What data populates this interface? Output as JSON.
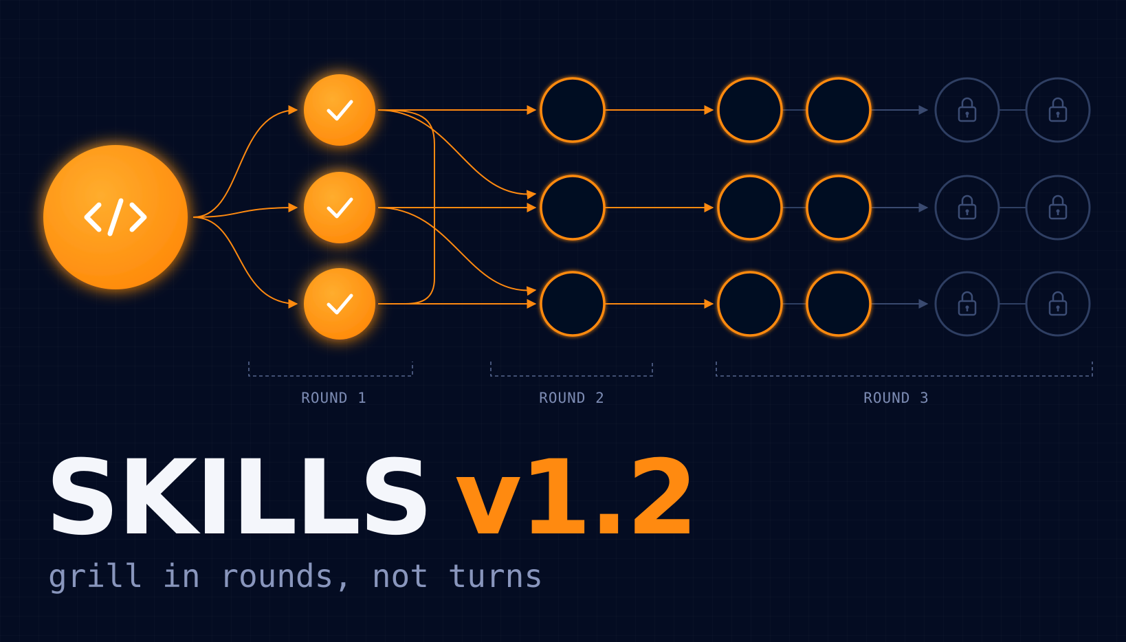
{
  "colors": {
    "background": "#040c22",
    "accent": "#ff8a10",
    "accent_light": "#ffa425",
    "locked": "#2f3f63",
    "label": "#7d8cb4",
    "headline": "#f4f6fb",
    "tagline": "#8996bd"
  },
  "source_node": {
    "icon": "code-icon",
    "state": "filled"
  },
  "rounds": [
    {
      "label": "ROUND 1",
      "node_state": "completed",
      "node_icon": "check-icon"
    },
    {
      "label": "ROUND 2",
      "node_state": "open"
    },
    {
      "label": "ROUND 3",
      "node_state": "open"
    },
    {
      "label": "",
      "node_state": "locked",
      "node_icon": "lock-icon"
    }
  ],
  "headline": {
    "main": "SKILLS",
    "version": "v1.2"
  },
  "tagline": "grill in rounds, not turns"
}
